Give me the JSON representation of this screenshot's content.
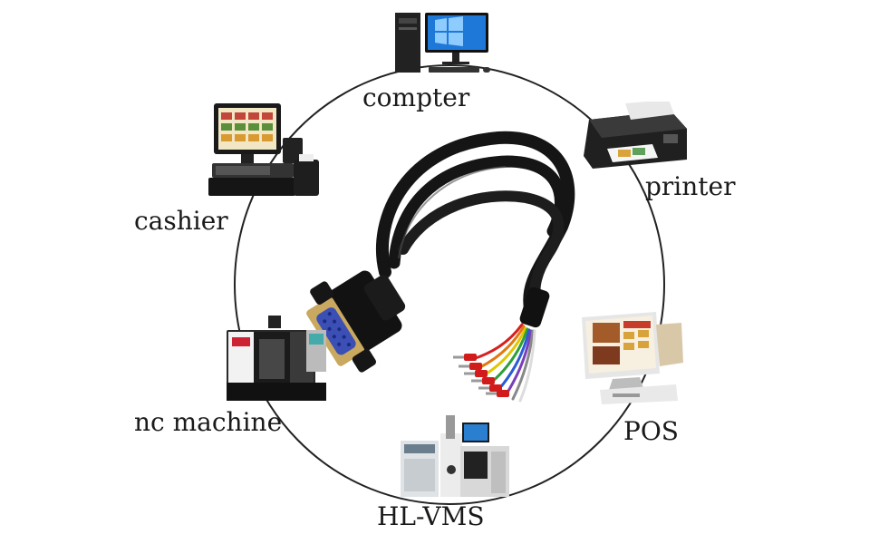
{
  "devices": {
    "computer": {
      "label": "compter",
      "icon": "desktop-computer-icon"
    },
    "printer": {
      "label": "printer",
      "icon": "printer-icon"
    },
    "cashier": {
      "label": "cashier",
      "icon": "cash-register-icon"
    },
    "pos": {
      "label": "POS",
      "icon": "pos-terminal-icon"
    },
    "nc_machine": {
      "label": "nc machine",
      "icon": "cnc-machine-icon"
    },
    "hl_vms": {
      "label": "HL-VMS",
      "icon": "vision-measuring-system-icon"
    }
  },
  "center": {
    "icon": "db9-serial-cable-icon"
  },
  "colors": {
    "ring": "#222222",
    "cable": "#151515",
    "connector_gold": "#c9a860",
    "port_blue": "#3b4fb5",
    "wire_colors": [
      "#d62020",
      "#e07a10",
      "#e0c800",
      "#2e9e3a",
      "#2a5bd6",
      "#7a3fb8",
      "#888888",
      "#ffffff"
    ]
  }
}
